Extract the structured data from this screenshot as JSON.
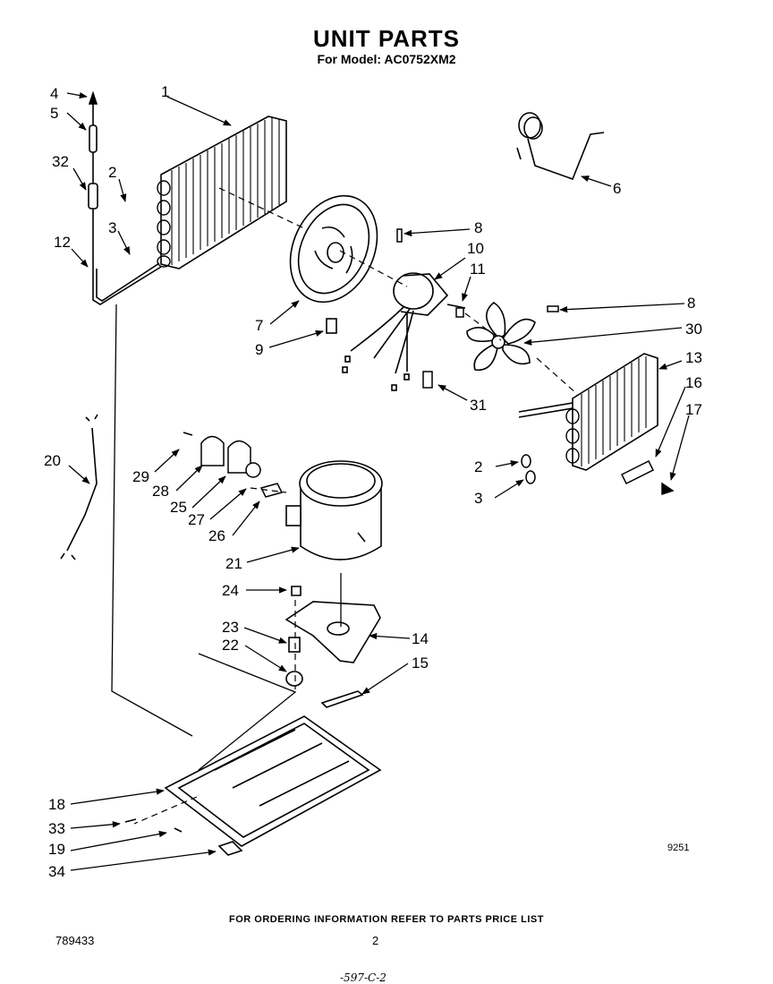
{
  "header": {
    "title": "UNIT PARTS",
    "subtitle": "For Model: AC0752XM2"
  },
  "footer": {
    "ordering_note": "FOR ORDERING INFORMATION REFER TO PARTS PRICE LIST",
    "document_number": "789433",
    "page_number": "2",
    "drawing_code": "9251",
    "handwritten_note": "-597-C-2"
  },
  "callouts": [
    "1",
    "2",
    "3",
    "4",
    "5",
    "6",
    "7",
    "8",
    "9",
    "10",
    "11",
    "12",
    "13",
    "14",
    "15",
    "16",
    "17",
    "18",
    "19",
    "20",
    "21",
    "22",
    "23",
    "24",
    "25",
    "26",
    "27",
    "28",
    "29",
    "30",
    "31",
    "32",
    "33",
    "34"
  ]
}
